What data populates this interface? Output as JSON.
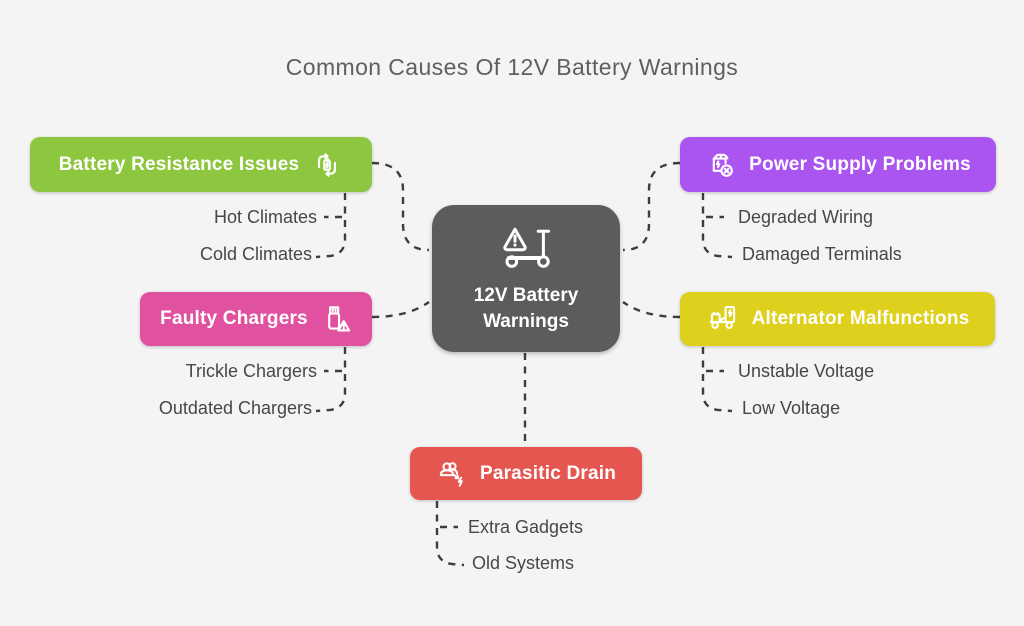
{
  "title": "Common Causes Of 12V Battery Warnings",
  "center_node": {
    "label": "12V Battery Warnings",
    "color": "#5c5c5c",
    "icon": "scooter-warning-icon"
  },
  "branches": [
    {
      "label": "Battery Resistance Issues",
      "color": "#8dc63f",
      "icon": "battery-recycle-icon",
      "children": [
        "Hot Climates",
        "Cold Climates"
      ]
    },
    {
      "label": "Power Supply Problems",
      "color": "#ab55f0",
      "icon": "power-supply-error-icon",
      "children": [
        "Degraded Wiring",
        "Damaged Terminals"
      ]
    },
    {
      "label": "Faulty Chargers",
      "color": "#e0519f",
      "icon": "usb-warning-icon",
      "children": [
        "Trickle Chargers",
        "Outdated Chargers"
      ]
    },
    {
      "label": "Alternator Malfunctions",
      "color": "#ded01d",
      "icon": "vehicle-battery-icon",
      "children": [
        "Unstable Voltage",
        "Low Voltage"
      ]
    },
    {
      "label": "Parasitic Drain",
      "color": "#e4564f",
      "icon": "people-bolt-icon",
      "children": [
        "Extra Gadgets",
        "Old Systems"
      ]
    }
  ],
  "style": {
    "background": "#f4f4f5",
    "connector_color": "#3d3d3d",
    "title_color": "#5f5f5f",
    "leaf_text_color": "#474747"
  }
}
